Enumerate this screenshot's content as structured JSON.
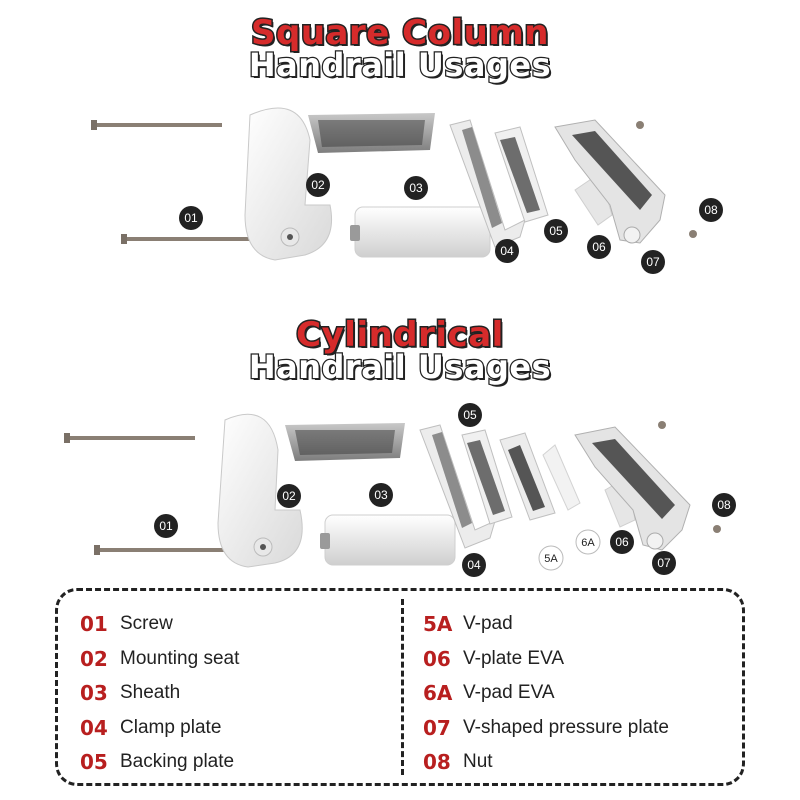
{
  "sections": [
    {
      "title_red": "Square Column",
      "title_white": "Handrail Usages",
      "callouts": [
        "01",
        "02",
        "03",
        "04",
        "05",
        "06",
        "07",
        "08"
      ]
    },
    {
      "title_red": "Cylindrical",
      "title_white": "Handrail Usages",
      "callouts": [
        "01",
        "02",
        "03",
        "04",
        "05",
        "5A",
        "6A",
        "06",
        "07",
        "08"
      ]
    }
  ],
  "legend": {
    "left": [
      {
        "code": "01",
        "label": "Screw"
      },
      {
        "code": "02",
        "label": "Mounting seat"
      },
      {
        "code": "03",
        "label": "Sheath"
      },
      {
        "code": "04",
        "label": "Clamp plate"
      },
      {
        "code": "05",
        "label": "Backing plate"
      }
    ],
    "right": [
      {
        "code": "5A",
        "label": "V-pad"
      },
      {
        "code": "06",
        "label": "V-plate EVA"
      },
      {
        "code": "6A",
        "label": "V-pad EVA"
      },
      {
        "code": "07",
        "label": "V-shaped pressure plate"
      },
      {
        "code": "08",
        "label": "Nut"
      }
    ]
  },
  "colors": {
    "accent_red": "#d62b2b",
    "badge": "#222222",
    "part_light": "#f2f2f2",
    "part_grey": "#a9a9a9"
  }
}
